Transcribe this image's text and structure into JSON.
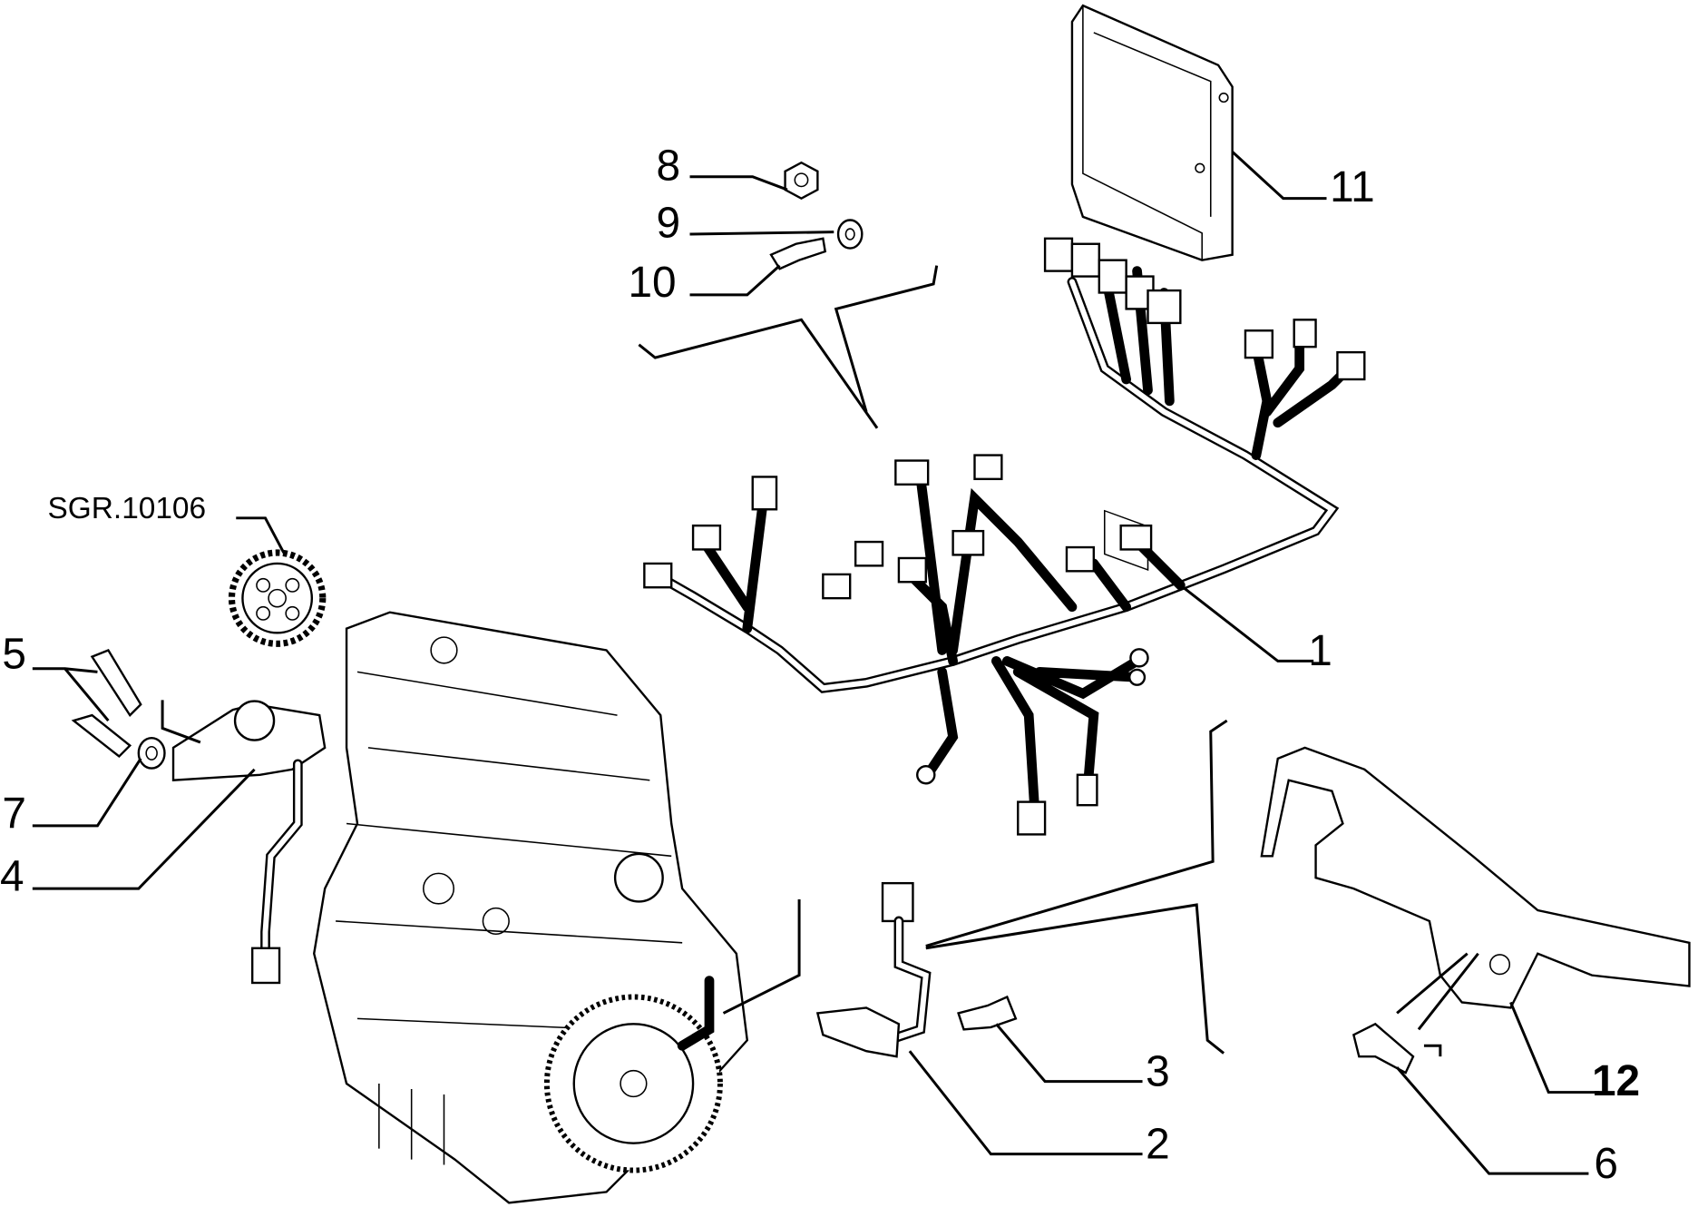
{
  "diagram": {
    "reference": "SGR.10106",
    "callouts": {
      "c1": "1",
      "c2": "2",
      "c3": "3",
      "c4": "4",
      "c5": "5",
      "c6": "6",
      "c7": "7",
      "c8": "8",
      "c9": "9",
      "c10": "10",
      "c11": "11",
      "c12": "12"
    }
  }
}
